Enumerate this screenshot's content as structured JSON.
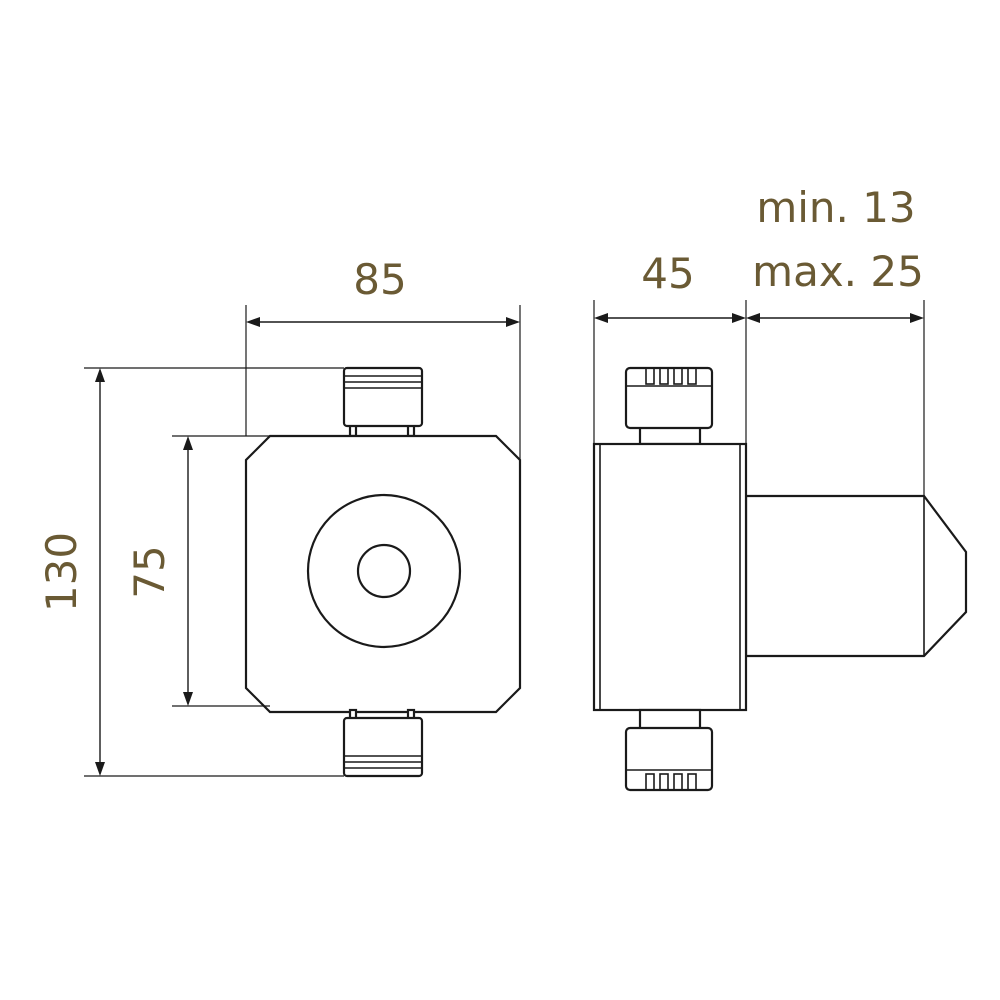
{
  "front_view": {
    "width_label": "85",
    "overall_height_label": "130",
    "body_height_label": "75"
  },
  "side_view": {
    "depth_label": "45",
    "range_min_label": "min. 13",
    "range_max_label": "max. 25"
  },
  "colors": {
    "dimension_text": "#6a5a34",
    "line": "#1a1a1a",
    "background": "#ffffff"
  }
}
